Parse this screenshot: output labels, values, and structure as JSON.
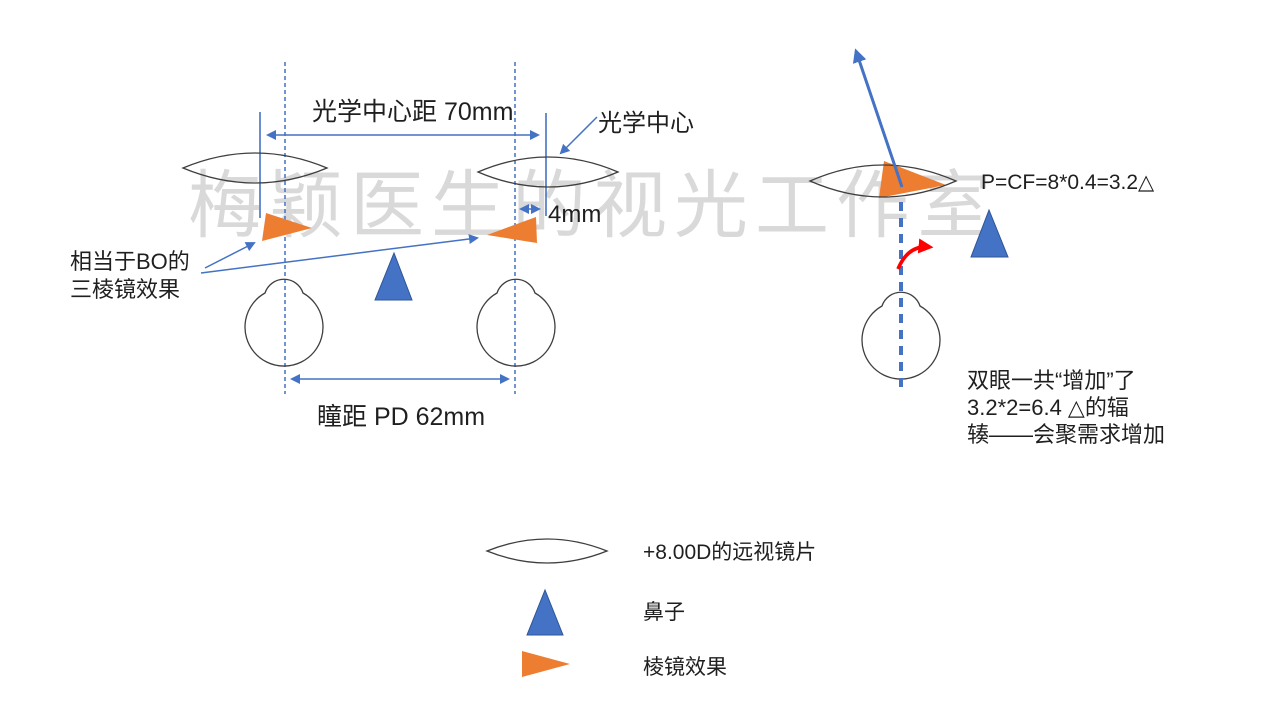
{
  "watermark": "梅颖医生的视光工作室",
  "left_diagram": {
    "optical_center_distance_label": "光学中心距 70mm",
    "optical_center_label": "光学中心",
    "decentration_label": "4mm",
    "bo_note_line1": "相当于BO的",
    "bo_note_line2": "三棱镜效果",
    "pd_label": "瞳距 PD 62mm"
  },
  "right_diagram": {
    "prism_formula": "P=CF=8*0.4=3.2△",
    "convergence_note_line1": "双眼一共“增加”了",
    "convergence_note_line2": "3.2*2=6.4 △的辐",
    "convergence_note_line3": "辏——会聚需求增加"
  },
  "legend": {
    "lens_label": "+8.00D的远视镜片",
    "nose_label": "鼻子",
    "prism_label": "棱镜效果"
  },
  "icons": {
    "lens-icon": "pointed-oval-lens-outline",
    "eye-icon": "circle-with-cornea-bump-outline",
    "nose-icon": "blue-upward-triangle",
    "prism-icon": "orange-sideways-triangle",
    "dimension-arrow-icon": "double-headed-blue-arrow",
    "rotation-arrow-icon": "red-curved-arrow"
  },
  "colors": {
    "accent_blue": "#4472C4",
    "accent_blue_dark": "#2E5597",
    "accent_orange": "#ED7D31",
    "arrow_red": "#FF0000",
    "shape_outline": "#3F3F3F",
    "watermark_gray": "#D9D9D9",
    "text": "#1F1F1F",
    "background": "#FFFFFF"
  }
}
